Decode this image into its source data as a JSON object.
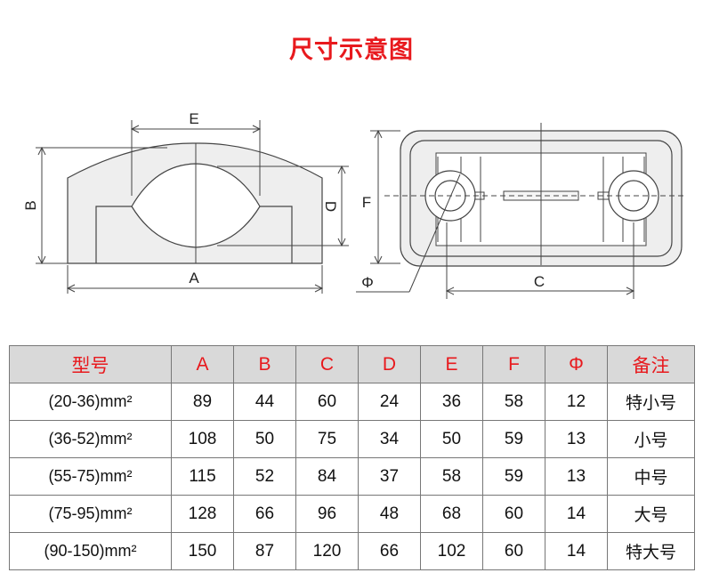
{
  "title": "尺寸示意图",
  "diagram": {
    "labels": {
      "E": "E",
      "B": "B",
      "D": "D",
      "A": "A",
      "F": "F",
      "C": "C",
      "phi": "Φ"
    }
  },
  "table": {
    "headers": [
      "型号",
      "A",
      "B",
      "C",
      "D",
      "E",
      "F",
      "Φ",
      "备注"
    ],
    "rows": [
      [
        "(20-36)mm²",
        "89",
        "44",
        "60",
        "24",
        "36",
        "58",
        "12",
        "特小号"
      ],
      [
        "(36-52)mm²",
        "108",
        "50",
        "75",
        "34",
        "50",
        "59",
        "13",
        "小号"
      ],
      [
        "(55-75)mm²",
        "115",
        "52",
        "84",
        "37",
        "58",
        "59",
        "13",
        "中号"
      ],
      [
        "(75-95)mm²",
        "128",
        "66",
        "96",
        "48",
        "68",
        "60",
        "14",
        "大号"
      ],
      [
        "(90-150)mm²",
        "150",
        "87",
        "120",
        "66",
        "102",
        "60",
        "14",
        "特大号"
      ]
    ]
  }
}
